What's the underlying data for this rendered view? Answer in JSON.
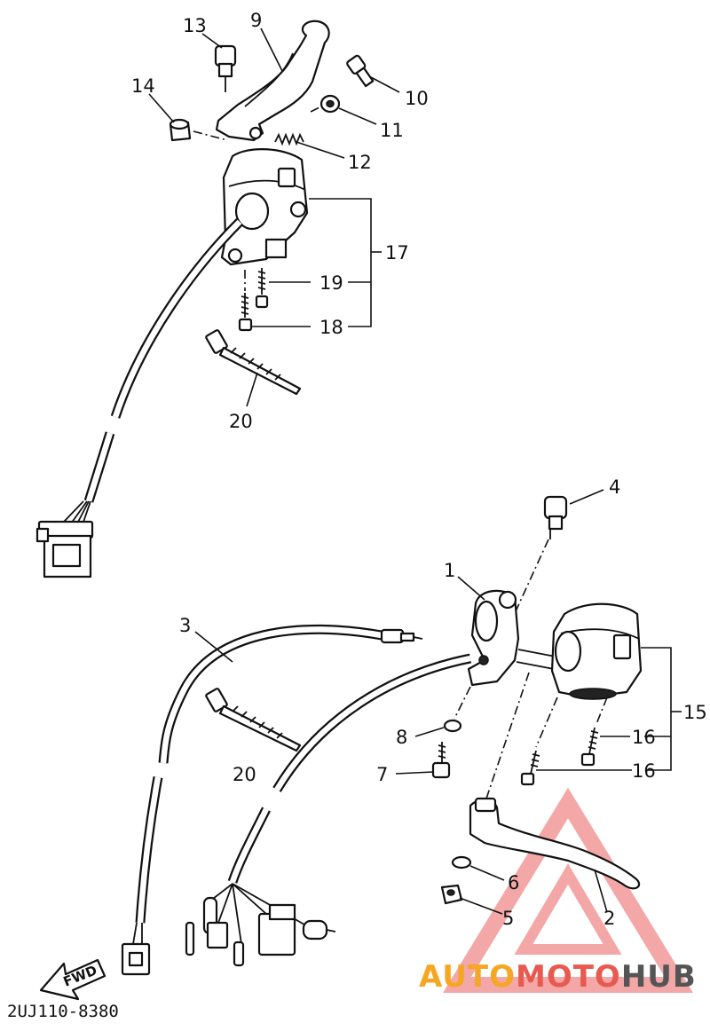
{
  "callouts": {
    "c1": "1",
    "c2": "2",
    "c3": "3",
    "c4": "4",
    "c5": "5",
    "c6": "6",
    "c7": "7",
    "c8": "8",
    "c9": "9",
    "c10": "10",
    "c11": "11",
    "c12": "12",
    "c13": "13",
    "c14": "14",
    "c15": "15",
    "c16a": "16",
    "c16b": "16",
    "c17": "17",
    "c18": "18",
    "c19": "19",
    "c20a": "20",
    "c20b": "20"
  },
  "diagram_code": "2UJ110-8380",
  "forward_label": "FWD",
  "watermark": {
    "part1": "AUTO",
    "part2": "MOTO",
    "part3": "HUB",
    "colors": {
      "orange": "#f5a623",
      "red": "#e85a50",
      "grey": "#555555",
      "triangle": "#f08a8a"
    }
  }
}
